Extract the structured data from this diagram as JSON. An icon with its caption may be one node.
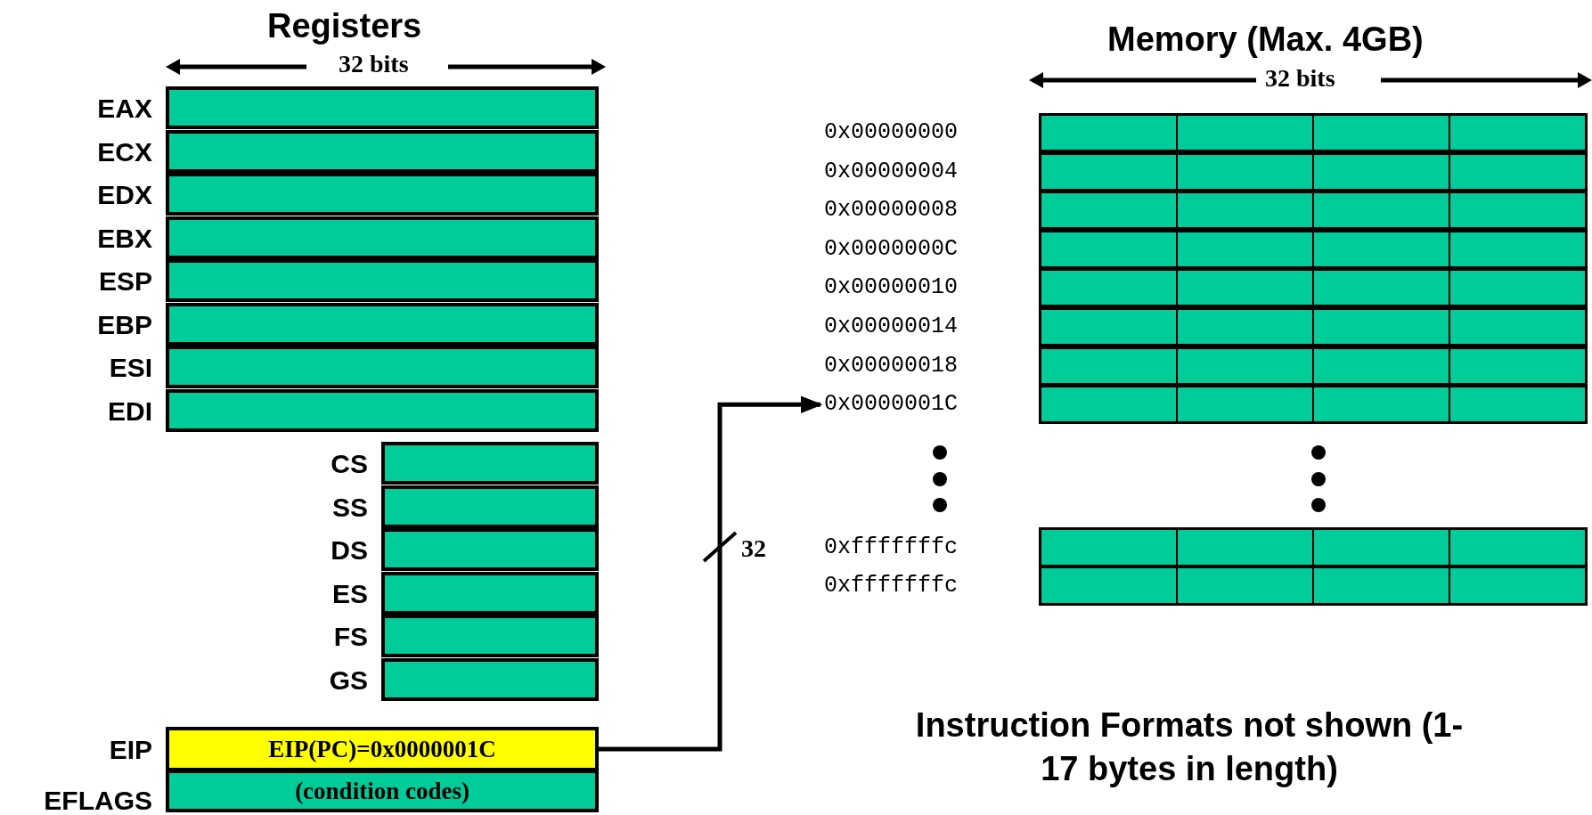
{
  "diagram": {
    "nodes": [
      {
        "text": [],
        "shape": "bar",
        "beside": [
          "EAX"
        ]
      },
      {
        "text": [],
        "shape": "bar",
        "beside": [
          "ECX"
        ]
      },
      {
        "text": [],
        "shape": "bar",
        "beside": [
          "EDX"
        ]
      },
      {
        "text": [],
        "shape": "bar",
        "beside": [
          "EBX"
        ]
      },
      {
        "text": [],
        "shape": "bar",
        "beside": [
          "ESP"
        ]
      },
      {
        "text": [],
        "shape": "bar",
        "beside": [
          "EBP"
        ]
      },
      {
        "text": [],
        "shape": "bar",
        "beside": [
          "ESI"
        ]
      },
      {
        "text": [],
        "shape": "bar",
        "beside": [
          "EDI"
        ]
      },
      {
        "text": [],
        "shape": "bar",
        "beside": [
          "CS"
        ]
      },
      {
        "text": [],
        "shape": "bar",
        "beside": [
          "SS"
        ]
      },
      {
        "text": [],
        "shape": "bar",
        "beside": [
          "DS"
        ]
      },
      {
        "text": [],
        "shape": "bar",
        "beside": [
          "ES"
        ]
      },
      {
        "text": [],
        "shape": "bar",
        "beside": [
          "FS"
        ]
      },
      {
        "text": [],
        "shape": "bar",
        "beside": [
          "GS"
        ]
      },
      {
        "text": [
          "EIP(PC)=0x0000001C"
        ],
        "beside": [
          "EIP"
        ]
      },
      {
        "text": [
          "(condition codes)"
        ],
        "beside": [
          "EFLAGS"
        ]
      },
      {
        "text": [],
        "shape": "bar",
        "beside": [
          "0x00000000"
        ]
      },
      {
        "text": [],
        "shape": "bar",
        "beside": [
          "0x00000004"
        ]
      },
      {
        "text": [],
        "shape": "bar",
        "beside": [
          "0x00000008"
        ]
      },
      {
        "text": [],
        "shape": "bar",
        "beside": [
          "0x0000000C"
        ]
      },
      {
        "text": [],
        "shape": "bar",
        "beside": [
          "0x00000010"
        ]
      },
      {
        "text": [],
        "shape": "bar",
        "beside": [
          "0x00000014"
        ]
      },
      {
        "text": [],
        "shape": "bar",
        "beside": [
          "0x00000018"
        ]
      },
      {
        "text": [],
        "shape": "bar",
        "beside": [
          "0x0000001C"
        ]
      },
      {
        "text": [],
        "shape": "bar",
        "beside": [
          "0xfffffffc"
        ]
      },
      {
        "text": [],
        "shape": "bar",
        "beside": [
          "0xfffffffc"
        ]
      }
    ],
    "edges": [
      {
        "from": 14,
        "to": 23,
        "arrow": "to"
      }
    ],
    "labels": [
      "Registers",
      "32 bits",
      "Memory (Max. 4GB)",
      "32 bits",
      "32",
      "Instruction Formats not shown (1-17 bytes in length)"
    ]
  }
}
